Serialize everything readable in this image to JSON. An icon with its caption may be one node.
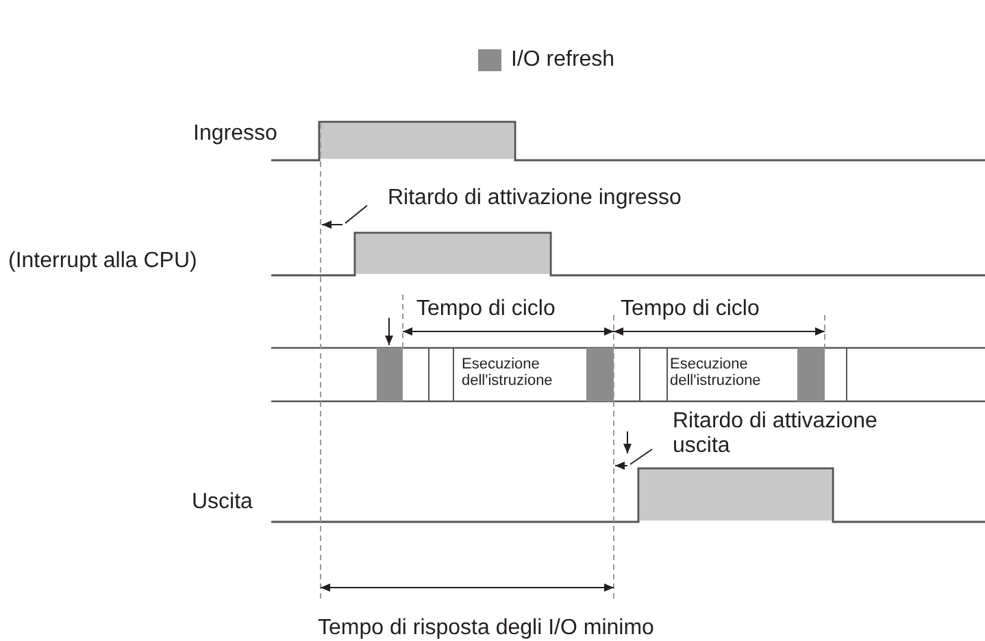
{
  "diagram": {
    "labels": [
      "Ingresso",
      "Ritardo di attivazione ingresso",
      "(Interrupt alla CPU)",
      "Tempo di ciclo",
      "Tempo di ciclo",
      "Esecuzione dell'istruzione",
      "Esecuzione dell'istruzione",
      "Ritardo di attivazione uscita",
      "Uscita",
      "Tempo di risposta degli I/O minimo"
    ],
    "legend": [
      {
        "text": "I/O refresh",
        "color": "#8c8c8c"
      }
    ]
  }
}
